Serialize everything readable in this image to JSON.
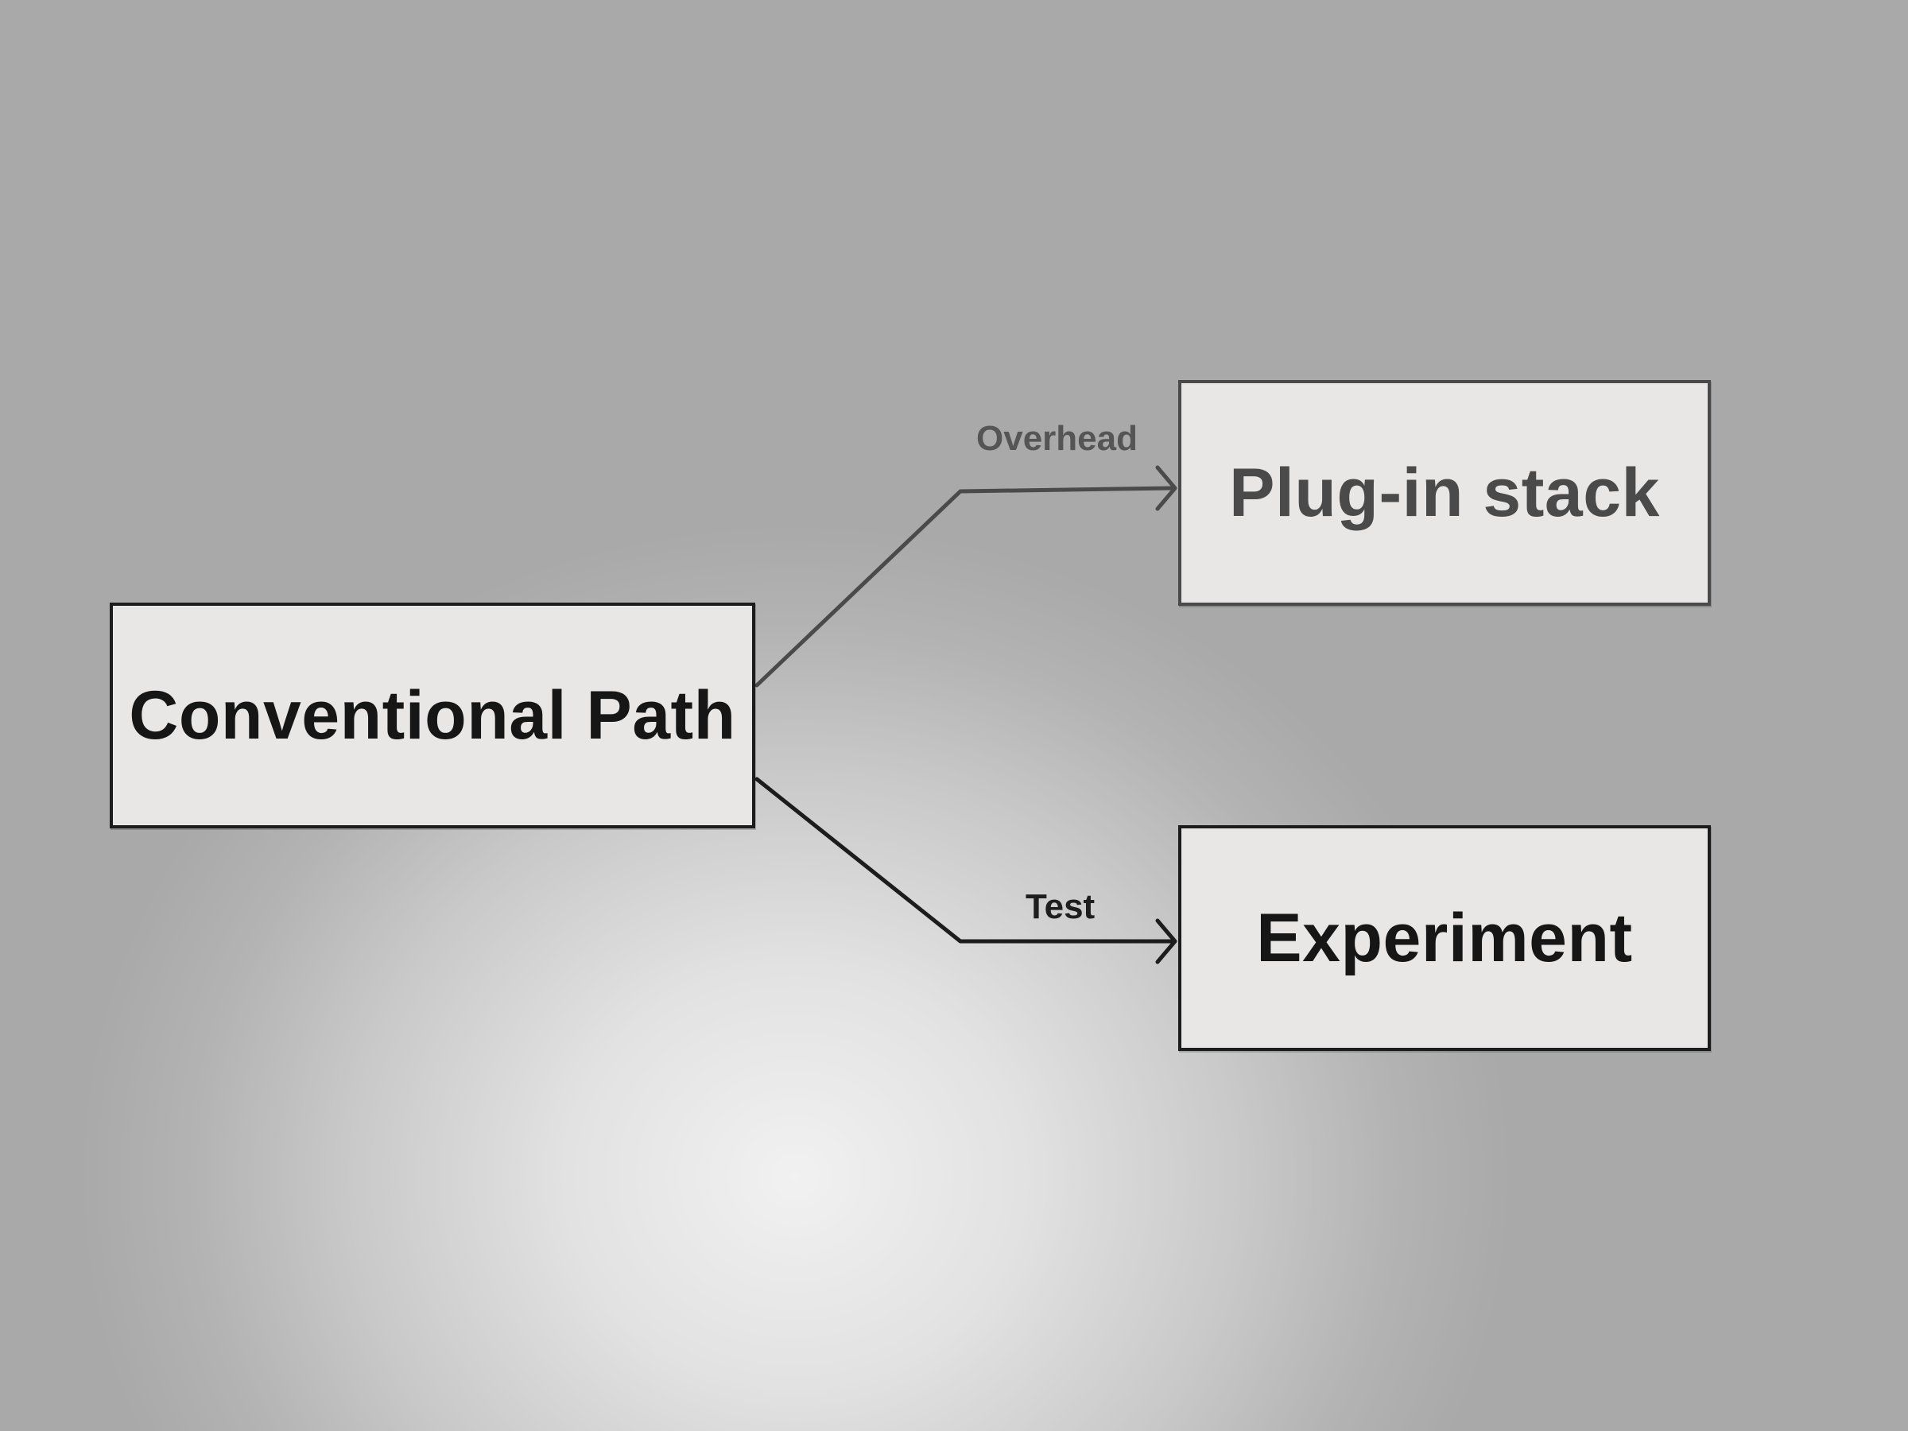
{
  "diagram": {
    "nodes": {
      "conventional": {
        "label": "Conventional Path"
      },
      "plugin": {
        "label": "Plug-in stack"
      },
      "experiment": {
        "label": "Experiment"
      }
    },
    "edges": {
      "overhead": {
        "from": "Conventional Path",
        "to": "Plug-in stack",
        "label": "Overhead"
      },
      "test": {
        "from": "Conventional Path",
        "to": "Experiment",
        "label": "Test"
      }
    }
  },
  "colors": {
    "background_light": "#f1f1f1",
    "background_dark": "#a9a9a9",
    "box_fill": "#e8e7e5",
    "primary_ink": "#1c1c1c",
    "muted_ink": "#4a4a4a"
  }
}
